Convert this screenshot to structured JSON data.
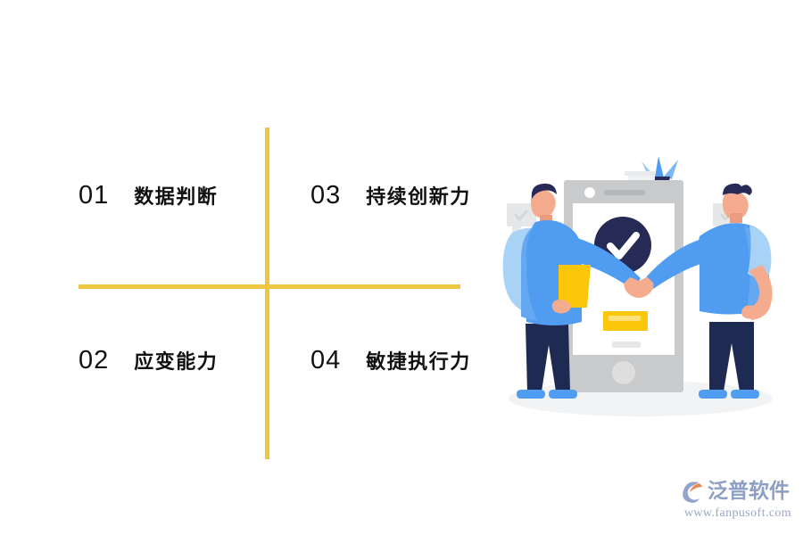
{
  "slide": {
    "background_color": "#ffffff",
    "accent_color": "#efc63f",
    "text_color": "#111111"
  },
  "quadrants": [
    {
      "number": "01",
      "label": "数据判断"
    },
    {
      "number": "02",
      "label": "应变能力"
    },
    {
      "number": "03",
      "label": "持续创新力"
    },
    {
      "number": "04",
      "label": "敏捷执行力"
    }
  ],
  "illustration": {
    "name": "handshake-deal-confirmation-illustration",
    "colors": {
      "phone_body": "#c9cacb",
      "phone_screen": "#ffffff",
      "check_circle": "#262a56",
      "check_mark": "#ffffff",
      "shirt_blue": "#4f9cf0",
      "shirt_light_blue": "#a8d3f7",
      "skin": "#f5ab8e",
      "pants_navy": "#1f2a52",
      "card_yellow": "#fcc70b",
      "shadow_gray": "#f2f3f4",
      "bubble_gray": "#e6e7e8",
      "plant_blue": "#4f9cf0",
      "pot_navy": "#262a56"
    }
  },
  "watermark": {
    "brand": "泛普软件",
    "url": "www.fanpusoft.com",
    "brand_color": "#8e9fc4",
    "mark_accent": "#e98a49"
  }
}
